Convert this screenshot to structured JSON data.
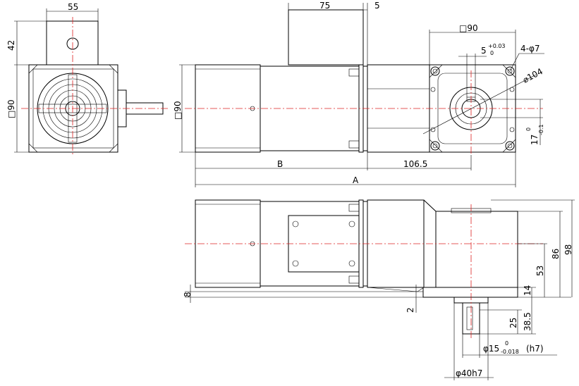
{
  "colors": {
    "line": "#000000",
    "centerline": "#d22222",
    "background": "#ffffff"
  },
  "dims": {
    "d55": "55",
    "d42": "42",
    "sq90_left": "□90",
    "sq90_mid": "□90",
    "d75": "75",
    "d5": "5",
    "sq90_top": "□90",
    "key_w": "5",
    "key_w_tol_top": "+0.03",
    "key_w_tol_bot": "0",
    "holes": "4-φ7",
    "pcd": "⌀104",
    "key_h": "17",
    "key_h_tol_top": "0",
    "key_h_tol_bot": "-0.1",
    "dimB": "B",
    "d106": "106.5",
    "dimA": "A",
    "d98": "98",
    "d86": "86",
    "d53": "53",
    "d14": "14",
    "d8": "8",
    "d2": "2",
    "d38": "38.5",
    "d25": "25",
    "shaft_prefix": "φ15",
    "shaft_tol_top": "0",
    "shaft_tol_bot": "-0.018",
    "shaft_suffix": "(h7)",
    "pilot": "φ40h7"
  }
}
